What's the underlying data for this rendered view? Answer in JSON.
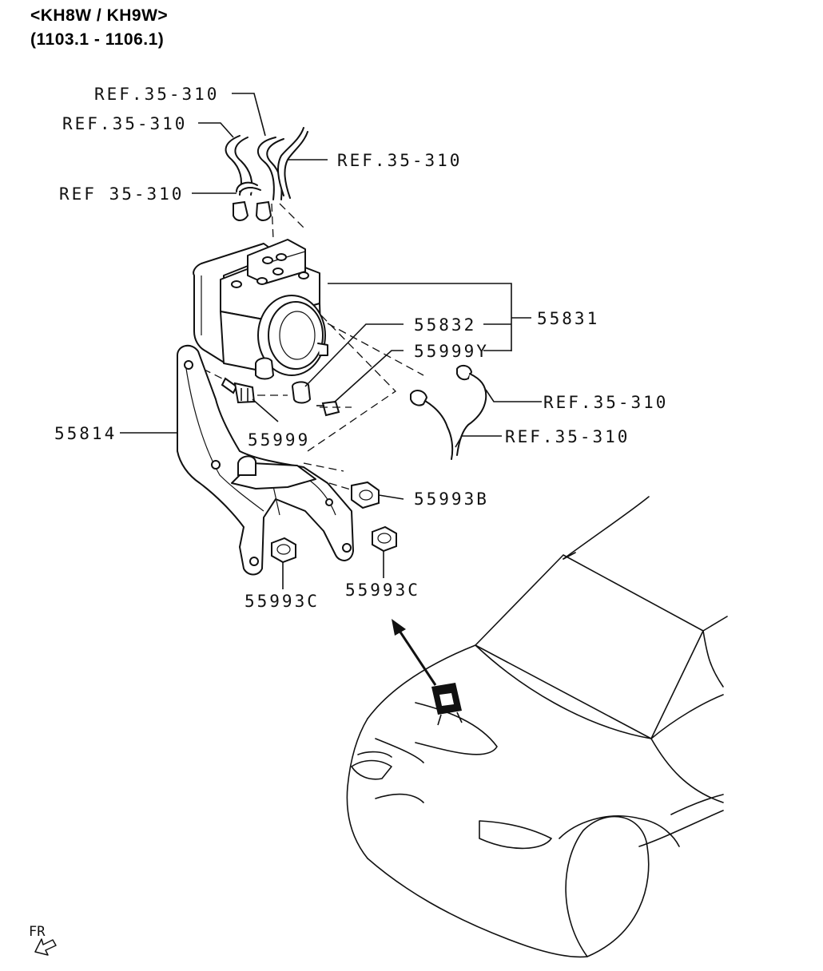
{
  "header": {
    "models": "<KH8W / KH9W>",
    "date_range": "(1103.1 - 1106.1)"
  },
  "callouts": {
    "ref_1": "REF.35-310",
    "ref_2": "REF.35-310",
    "ref_3": "REF.35-310",
    "ref_4": "REF 35-310",
    "ref_5": "REF.35-310",
    "ref_6": "REF.35-310",
    "p55831": "55831",
    "p55832": "55832",
    "p55999y": "55999Y",
    "p55999": "55999",
    "p55814": "55814",
    "p55993b": "55993B",
    "p55993c_left": "55993C",
    "p55993c_right": "55993C"
  },
  "orientation": {
    "label": "FR",
    "icon": "front-arrow-icon"
  }
}
